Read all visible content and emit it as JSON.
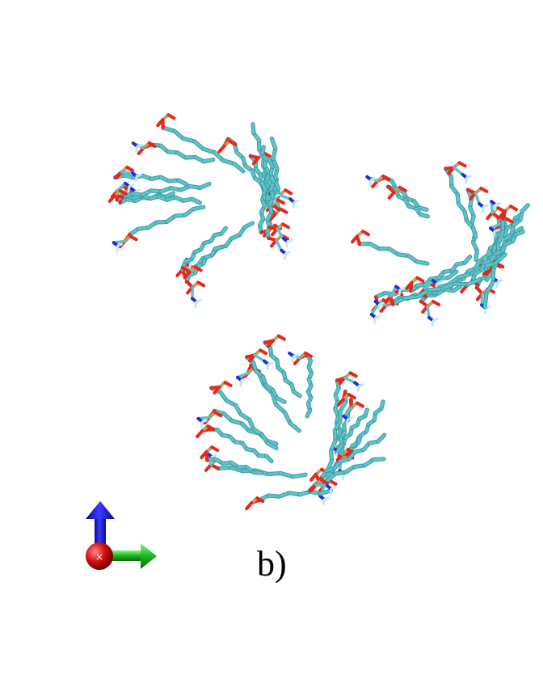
{
  "figure": {
    "panel_label": "b)",
    "colors": {
      "carbon": "#5fc2c8",
      "carbon_dark": "#3a9aa0",
      "oxygen": "#e8261a",
      "nitrogen": "#1f2fd6",
      "phosphorus": "#b8a36a",
      "hydrogen": "#bfeaf0",
      "axis_blue": "#1515c8",
      "axis_green": "#21c221",
      "axis_red": "#d61010"
    },
    "icons": [
      "molecule-cluster",
      "axis-triad"
    ]
  }
}
